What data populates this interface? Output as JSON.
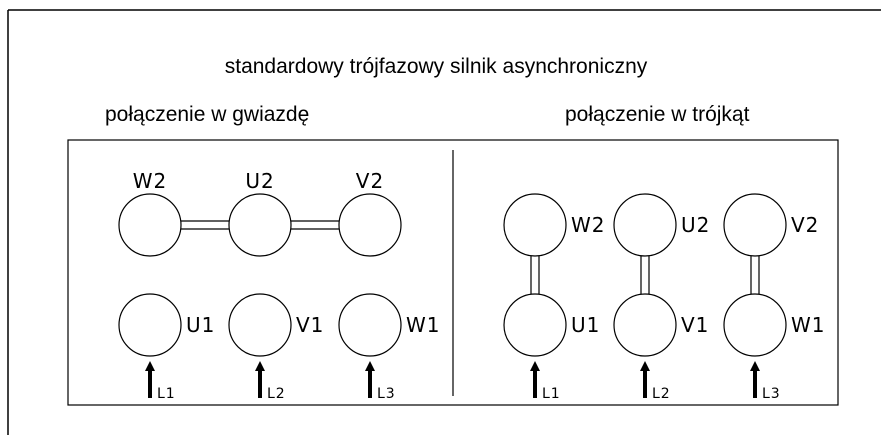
{
  "title": "standardowy trójfazowy silnik asynchroniczny",
  "star": {
    "label": "połączenie w gwiazdę",
    "top_terminals": [
      "W2",
      "U2",
      "V2"
    ],
    "bottom_terminals": [
      "U1",
      "V1",
      "W1"
    ],
    "lines": [
      "L1",
      "L2",
      "L3"
    ]
  },
  "delta": {
    "label": "połączenie w trójkąt",
    "top_terminals": [
      "W2",
      "U2",
      "V2"
    ],
    "bottom_terminals": [
      "U1",
      "V1",
      "W1"
    ],
    "lines": [
      "L1",
      "L2",
      "L3"
    ]
  }
}
